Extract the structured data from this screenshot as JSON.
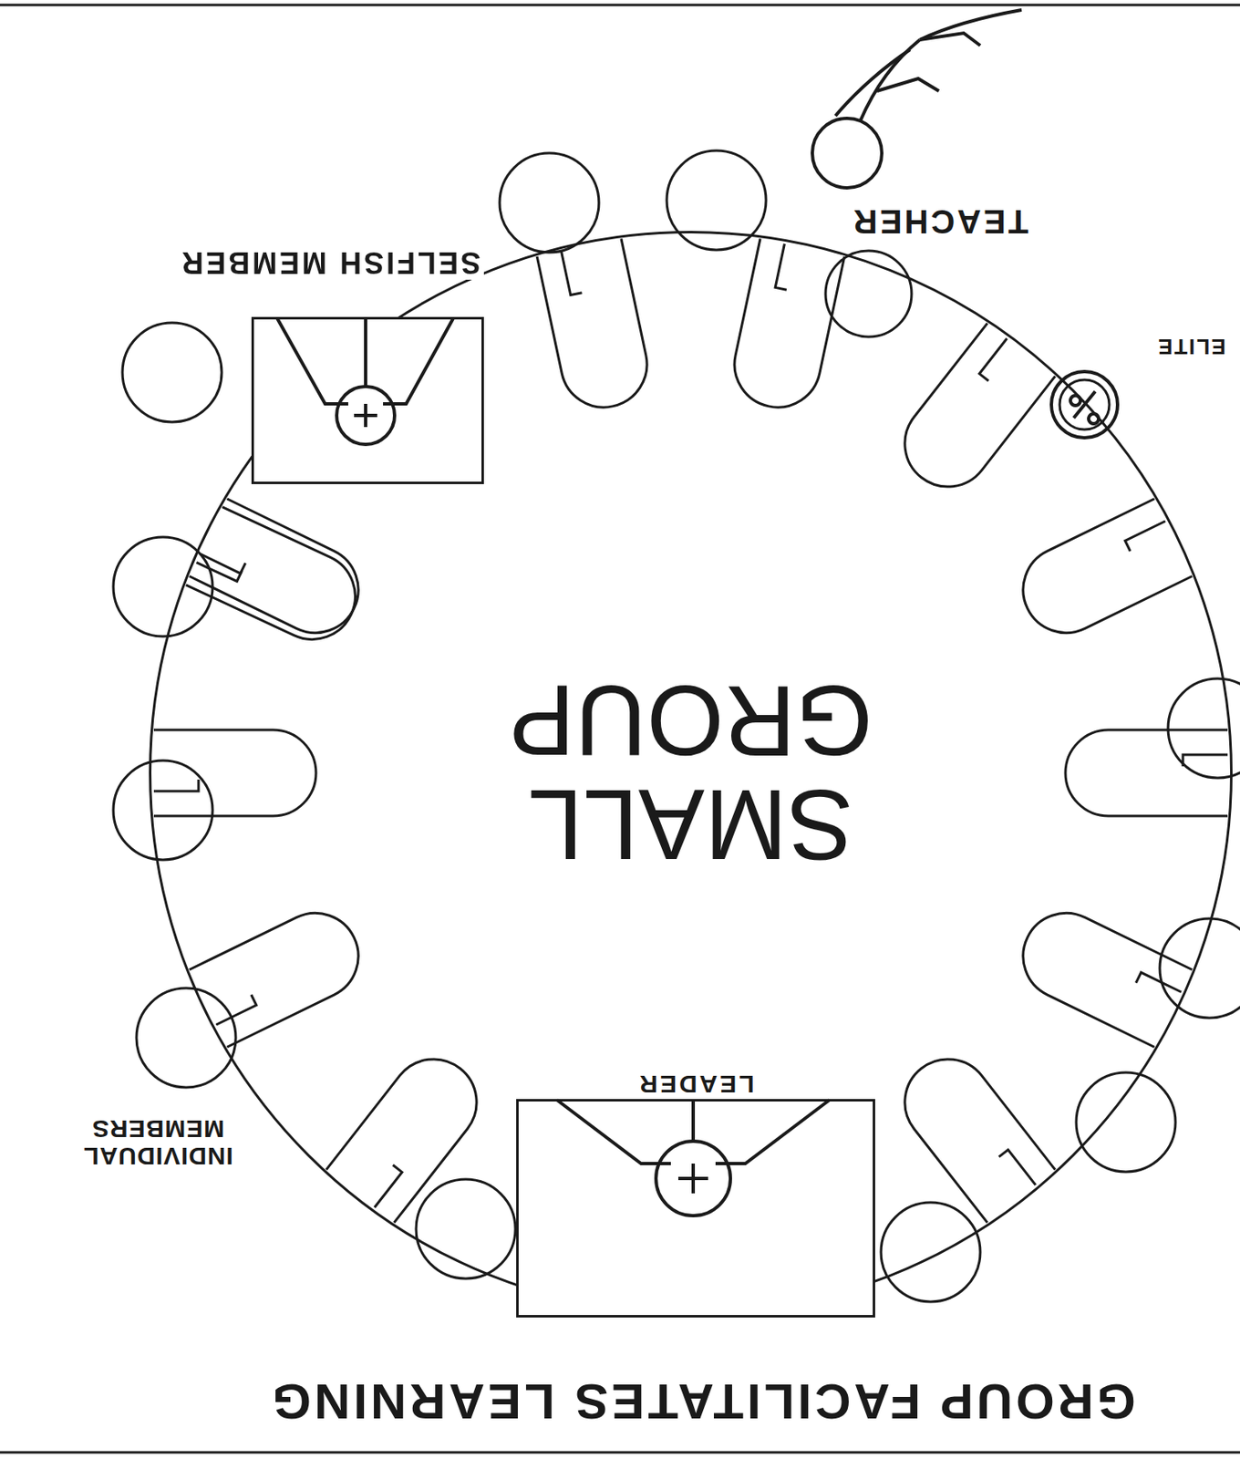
{
  "diagram": {
    "title": "GROUP FACILITATES LEARNING",
    "nodes": [
      {
        "text": [
          "SMALL GROUP"
        ]
      },
      {
        "text": [
          "LEADER"
        ]
      },
      {
        "text": [
          "SELFISH MEMBER"
        ]
      }
    ],
    "labels": [
      "TEACHER",
      "ELITE",
      "INDIVIDUAL MEMBERS"
    ]
  }
}
